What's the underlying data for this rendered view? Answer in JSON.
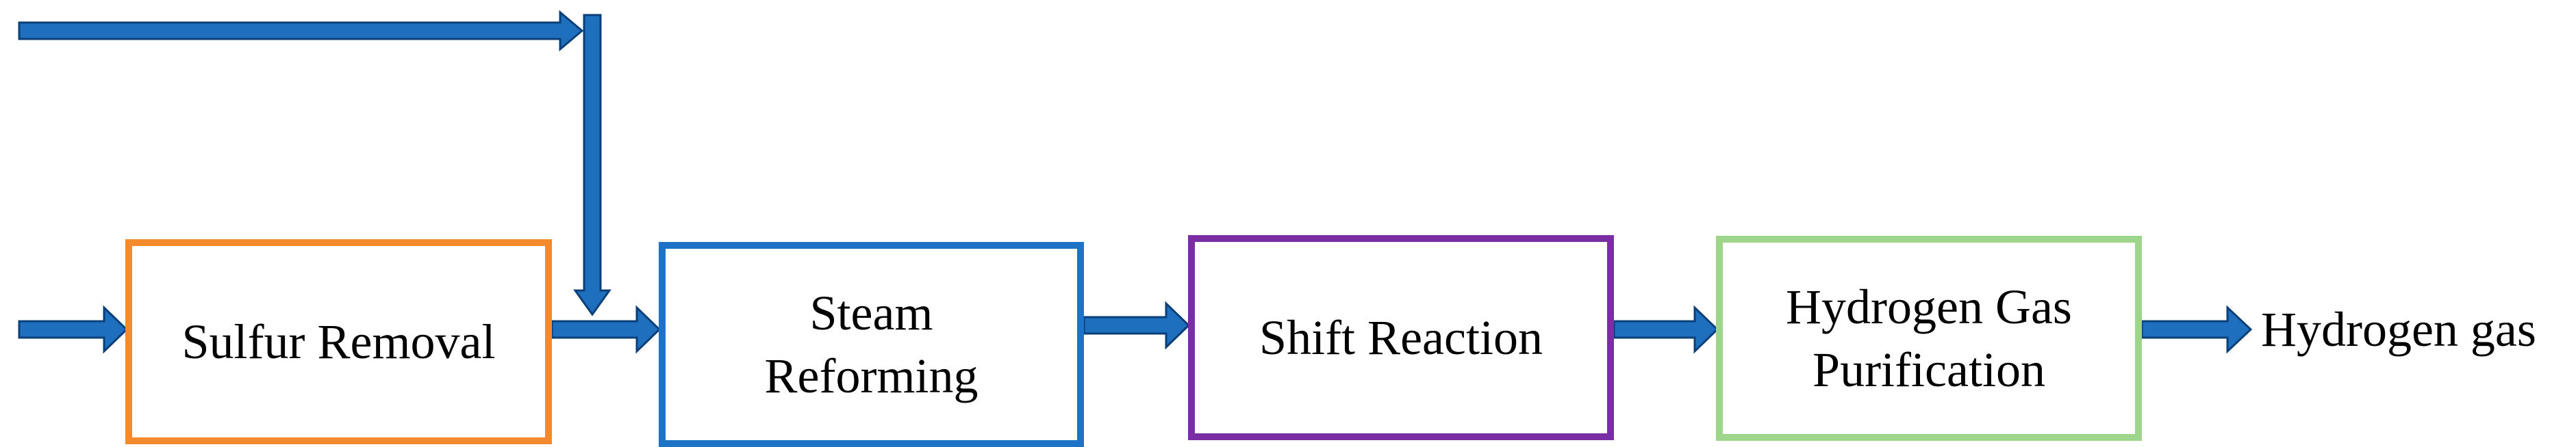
{
  "diagram": {
    "colors": {
      "arrow_fill": "#1f6fbf",
      "arrow_stroke": "#0b3f78",
      "sulfur_border": "#f58a2c",
      "steam_border": "#1f73c7",
      "shift_border": "#7a2ea3",
      "purification_border": "#9dd68a"
    },
    "nodes": [
      {
        "id": "sulfur",
        "label": "Sulfur Removal"
      },
      {
        "id": "steam",
        "label": "Steam\nReforming"
      },
      {
        "id": "shift",
        "label": "Shift Reaction"
      },
      {
        "id": "purification",
        "label": "Hydrogen Gas\nPurification"
      }
    ],
    "output_label": "Hydrogen gas"
  }
}
